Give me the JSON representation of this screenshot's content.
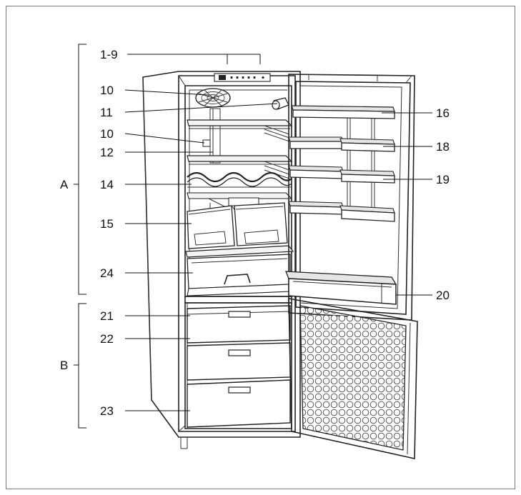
{
  "title": "",
  "labels": {
    "l1_9": "1-9",
    "l10a": "10",
    "l11": "11",
    "l10b": "10",
    "l12": "12",
    "l14": "14",
    "l15": "15",
    "l24": "24",
    "l21": "21",
    "l22": "22",
    "l23": "23",
    "l16": "16",
    "l18": "18",
    "l19": "19",
    "l20": "20",
    "lA": "A",
    "lB": "B"
  }
}
